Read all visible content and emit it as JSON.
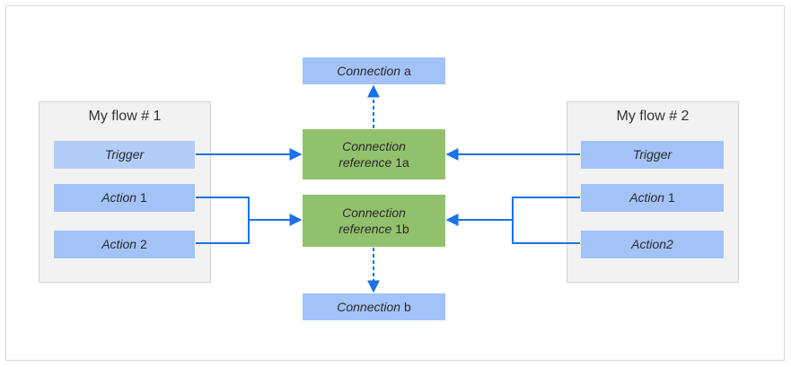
{
  "colors": {
    "action_box": "#a3c2f7",
    "trigger_box": "#b3cdf8",
    "connection_box": "#a3c2f7",
    "reference_box": "#92c16d",
    "panel": "#f2f2f2",
    "arrow": "#1a73e8"
  },
  "flow1": {
    "title": "My flow # 1",
    "trigger": "Trigger",
    "action1_italic": "Action",
    "action1_num": " 1",
    "action2_italic": "Action",
    "action2_num": " 2"
  },
  "flow2": {
    "title": "My flow # 2",
    "trigger": "Trigger",
    "action1_italic": "Action",
    "action1_num": " 1",
    "action2_italic": "Action2",
    "action2_num": ""
  },
  "connection_a": {
    "italic": "Connection",
    "suffix": " a"
  },
  "connection_b": {
    "italic": "Connection",
    "suffix": " b"
  },
  "reference_1a": {
    "line1": "Connection",
    "line2_italic": "reference",
    "line2_suffix": " 1a"
  },
  "reference_1b": {
    "line1": "Connection",
    "line2_italic": "reference",
    "line2_suffix": " 1b"
  }
}
